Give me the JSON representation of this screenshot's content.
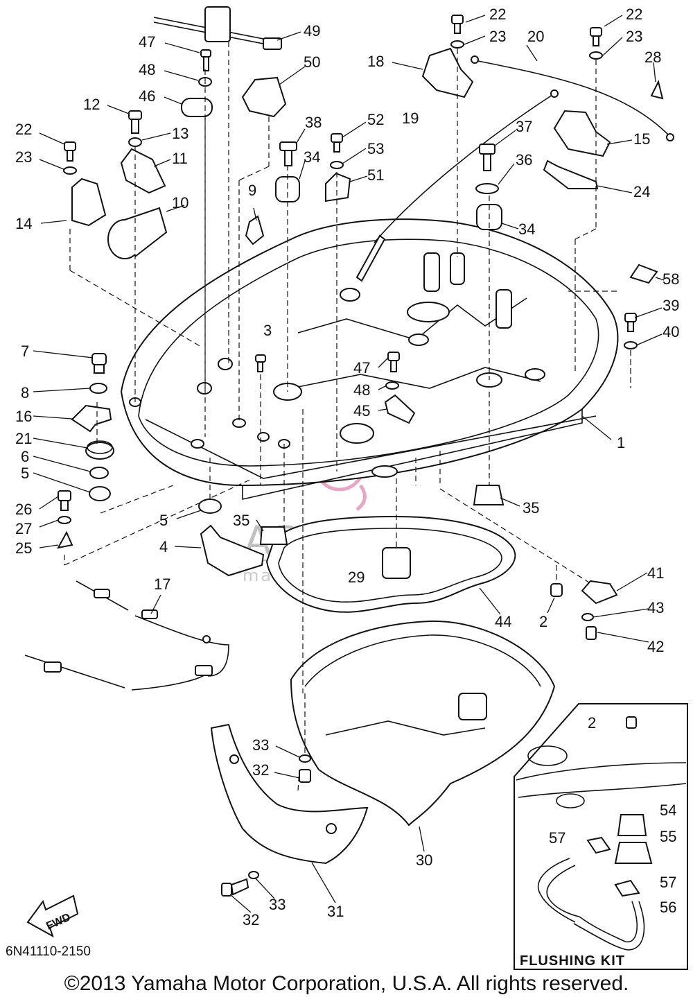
{
  "diagram": {
    "part_code": "6N41110-2150",
    "copyright": "©2013 Yamaha Motor Corporation, U.S.A. All rights reserved.",
    "flushing_kit_label": "FLUSHING KIT",
    "direction_label": "FWD",
    "watermark": {
      "brand": "ARMADA",
      "tagline": "marine outboards"
    },
    "callouts": [
      "22",
      "23",
      "20",
      "22",
      "23",
      "28",
      "49",
      "47",
      "18",
      "19",
      "48",
      "50",
      "46",
      "12",
      "13",
      "38",
      "52",
      "53",
      "37",
      "15",
      "22",
      "11",
      "23",
      "34",
      "51",
      "36",
      "24",
      "9",
      "10",
      "14",
      "34",
      "58",
      "39",
      "3",
      "40",
      "7",
      "47",
      "8",
      "48",
      "16",
      "45",
      "21",
      "6",
      "1",
      "5",
      "26",
      "35",
      "35",
      "5",
      "27",
      "4",
      "25",
      "41",
      "29",
      "43",
      "17",
      "44",
      "2",
      "42",
      "2",
      "54",
      "33",
      "57",
      "55",
      "32",
      "57",
      "30",
      "56",
      "33",
      "31",
      "32"
    ]
  }
}
